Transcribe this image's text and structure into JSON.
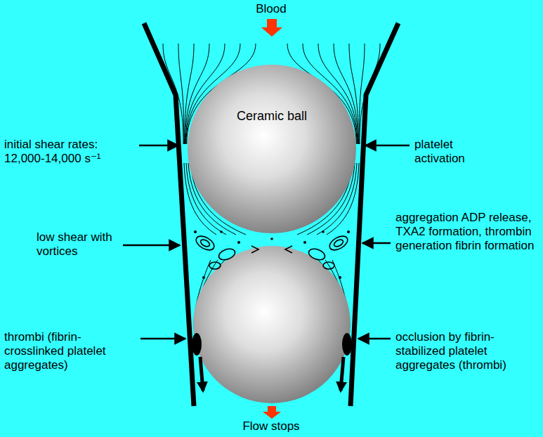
{
  "diagram": {
    "nodes": [
      {
        "text": [
          "Ceramic ball"
        ]
      }
    ],
    "labels": [
      "Blood",
      "initial shear rates: 12,000-14,000 s⁻¹",
      "platelet activation",
      "low shear with vortices",
      "aggregation ADP release, TXA2 formation, thrombin generation fibrin formation",
      "thrombi (fibrin-crosslinked platelet aggregates)",
      "occlusion by fibrin-stabilized platelet aggregates (thrombi)",
      "Flow stops"
    ]
  }
}
